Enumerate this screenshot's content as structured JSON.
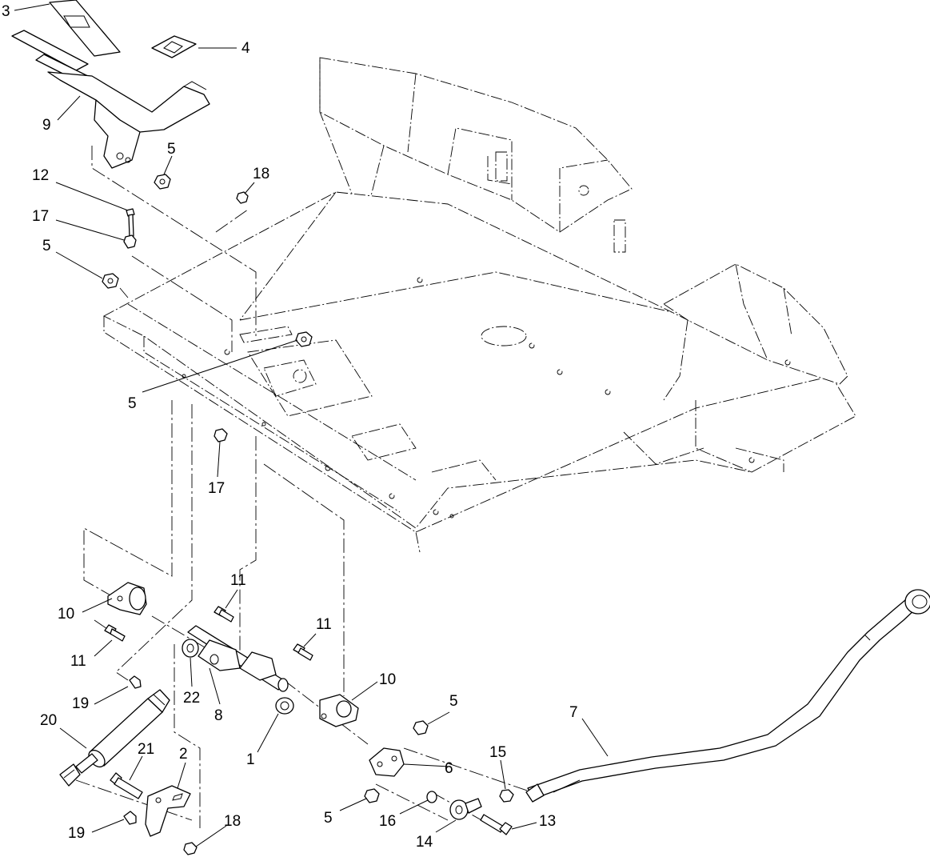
{
  "callouts": [
    {
      "id": "c3",
      "text": "3"
    },
    {
      "id": "c4",
      "text": "4"
    },
    {
      "id": "c9",
      "text": "9"
    },
    {
      "id": "c5a",
      "text": "5"
    },
    {
      "id": "c18a",
      "text": "18"
    },
    {
      "id": "c12",
      "text": "12"
    },
    {
      "id": "c17a",
      "text": "17"
    },
    {
      "id": "c5b",
      "text": "5"
    },
    {
      "id": "c5c",
      "text": "5"
    },
    {
      "id": "c17b",
      "text": "17"
    },
    {
      "id": "c10a",
      "text": "10"
    },
    {
      "id": "c11a",
      "text": "11"
    },
    {
      "id": "c11b",
      "text": "11"
    },
    {
      "id": "c11c",
      "text": "11"
    },
    {
      "id": "c10b",
      "text": "10"
    },
    {
      "id": "c19a",
      "text": "19"
    },
    {
      "id": "c22",
      "text": "22"
    },
    {
      "id": "c8",
      "text": "8"
    },
    {
      "id": "c20",
      "text": "20"
    },
    {
      "id": "c1",
      "text": "1"
    },
    {
      "id": "c5d",
      "text": "5"
    },
    {
      "id": "c7",
      "text": "7"
    },
    {
      "id": "c21",
      "text": "21"
    },
    {
      "id": "c2",
      "text": "2"
    },
    {
      "id": "c6",
      "text": "6"
    },
    {
      "id": "c15",
      "text": "15"
    },
    {
      "id": "c5e",
      "text": "5"
    },
    {
      "id": "c16",
      "text": "16"
    },
    {
      "id": "c13",
      "text": "13"
    },
    {
      "id": "c19b",
      "text": "19"
    },
    {
      "id": "c18b",
      "text": "18"
    },
    {
      "id": "c14",
      "text": "14"
    }
  ]
}
